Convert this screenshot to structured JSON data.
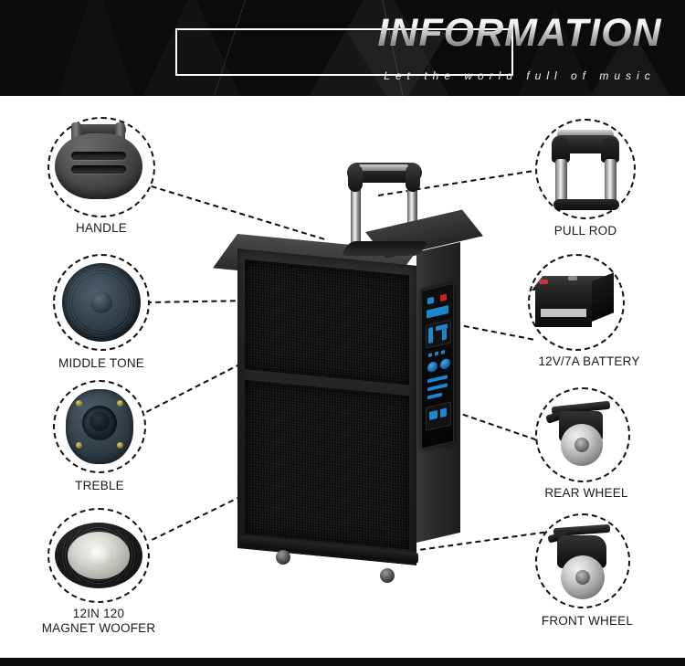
{
  "header": {
    "title": "INFORMATION",
    "subtitle": "Let the world full of music",
    "background_color": "#0b0b0b",
    "text_gradient_from": "#ffffff",
    "text_gradient_to": "#8d8d8d",
    "border_color": "#ffffff"
  },
  "product": {
    "name": "trolley-speaker",
    "body_color": "#1c1c1c",
    "panel_accent_color": "#1f8fe0",
    "panel_alert_color": "#cf2020"
  },
  "callouts": {
    "left": [
      {
        "id": "handle",
        "label": "HANDLE"
      },
      {
        "id": "middle-tone",
        "label": "MIDDLE TONE"
      },
      {
        "id": "treble",
        "label": "TREBLE"
      },
      {
        "id": "woofer",
        "label": "12IN 120\nMAGNET WOOFER"
      }
    ],
    "right": [
      {
        "id": "pull-rod",
        "label": "PULL ROD"
      },
      {
        "id": "battery",
        "label": "12V/7A BATTERY"
      },
      {
        "id": "rear-wheel",
        "label": "REAR WHEEL"
      },
      {
        "id": "front-wheel",
        "label": "FRONT WHEEL"
      }
    ]
  },
  "connector_style": {
    "dark_line_color": "#0d0d0d",
    "light_line_color": "#ffffff",
    "style": "dashed"
  }
}
